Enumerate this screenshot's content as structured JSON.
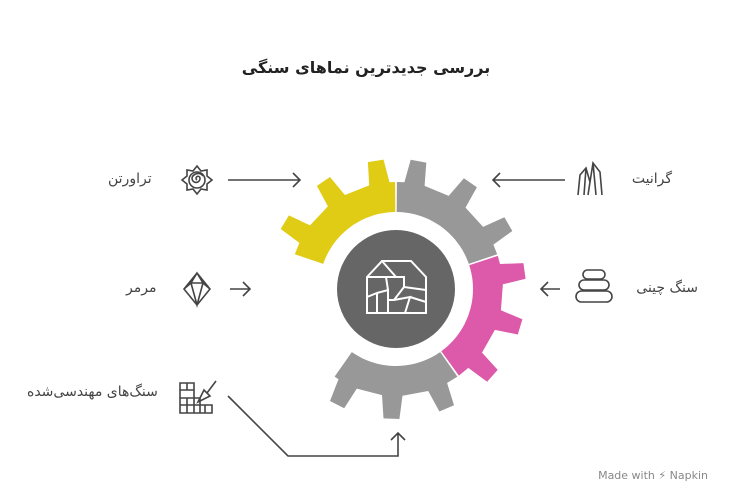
{
  "title": "بررسی جدیدترین نماهای سنگی",
  "center_icon": "cracked-house-icon",
  "items": [
    {
      "label": "گرانیت",
      "icon": "crystal-icon"
    },
    {
      "label": "سنگ چینی",
      "icon": "stacked-stones-icon"
    },
    {
      "label": "تراورتن",
      "icon": "spiral-sun-icon"
    },
    {
      "label": "مرمر",
      "icon": "diamond-icon"
    },
    {
      "label": "سنگ‌های مهندسی‌شده",
      "icon": "brick-wall-trowel-icon"
    }
  ],
  "colors": {
    "yellow": "#E0CB15",
    "gray": "#989898",
    "pink": "#DD59A9",
    "center": "#666666"
  },
  "footer": {
    "made_with": "Made with",
    "brand": "Napkin"
  }
}
